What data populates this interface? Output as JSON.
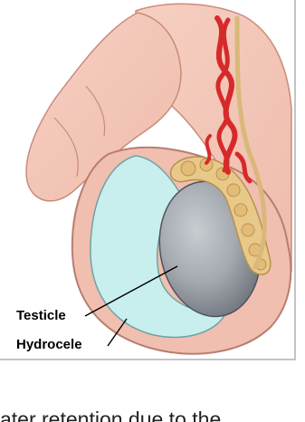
{
  "labels": {
    "testicle": "Testicle",
    "hydrocele": "Hydrocele"
  },
  "caption": {
    "partial_text": "ater retention due to the"
  },
  "colors": {
    "skin": "#f2c3b4",
    "skin_outline": "#c98b7d",
    "fluid": "#c9eeee",
    "testicle": "#9ea3ab",
    "epididymis": "#e9c98a",
    "vessels": "#d62a2a",
    "frame_border": "#c4c4c4"
  }
}
